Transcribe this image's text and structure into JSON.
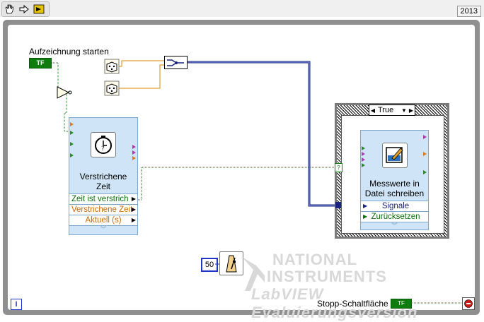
{
  "toolbar": {
    "tools": [
      {
        "icon": "hand-cursor-icon"
      },
      {
        "icon": "run-arrow-icon"
      },
      {
        "icon": "highlight-bulb-icon"
      }
    ],
    "version": "2013"
  },
  "controls": {
    "start_label": "Aufzeichnung starten",
    "start_terminal": "TF",
    "stop_label": "Stopp-Schaltfläche",
    "stop_terminal": "TF",
    "wait_ms": "50",
    "info_glyph": "i"
  },
  "case": {
    "selector_value": "True"
  },
  "elapsed_vi": {
    "title_line1": "Verstrichene",
    "title_line2": "Zeit",
    "terminals": [
      "Zeit ist verstrich",
      "Verstrichene Zeit",
      "Aktuell (s)"
    ]
  },
  "write_vi": {
    "title_line1": "Messwerte in",
    "title_line2": "Datei schreiben",
    "terminals": [
      "Signale",
      "Zurücksetzen"
    ]
  },
  "watermark": {
    "line1": "NATIONAL",
    "line2": "INSTRUMENTS",
    "line3": "LabVIEW Evaluierungsversion"
  },
  "colors": {
    "boolean_wire": "#0e7d0e",
    "dynamic_wire": "#1a237e",
    "numeric_wire": "#e08a00",
    "loop_frame": "#8f8f8f"
  }
}
